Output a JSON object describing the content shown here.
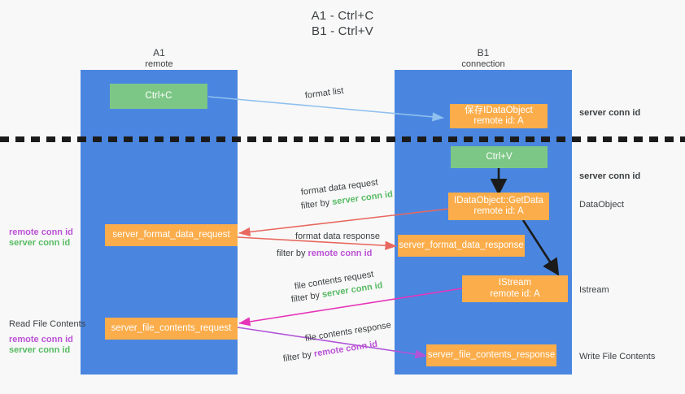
{
  "title": {
    "line1": "A1 - Ctrl+C",
    "line2": "B1 - Ctrl+V"
  },
  "columns": [
    {
      "id": "a1",
      "name": "A1",
      "role": "remote"
    },
    {
      "id": "b1",
      "name": "B1",
      "role": "connection"
    }
  ],
  "nodes": {
    "ctrl_c": {
      "line1": "Ctrl+C",
      "line2": ""
    },
    "save_idataobject": {
      "line1": "保存IDataObject",
      "line2": "remote id: A"
    },
    "ctrl_v": {
      "line1": "Ctrl+V",
      "line2": ""
    },
    "idataobject_getdata": {
      "line1": "IDataObject::GetData",
      "line2": "remote id: A"
    },
    "server_format_data_request": {
      "line1": "server_format_data_request",
      "line2": ""
    },
    "server_format_data_response": {
      "line1": "server_format_data_response",
      "line2": ""
    },
    "istream": {
      "line1": "IStream",
      "line2": "remote id: A"
    },
    "server_file_contents_request": {
      "line1": "server_file_contents_request",
      "line2": ""
    },
    "server_file_contents_response": {
      "line1": "server_file_contents_response",
      "line2": ""
    }
  },
  "edge_labels": {
    "format_list": "format list",
    "format_data_request": "format data request",
    "format_data_response": "format data response",
    "file_contents_request": "file contents request",
    "file_contents_response": "file contents response",
    "filter_by": "filter by ",
    "server_conn_id": "server conn id",
    "remote_conn_id": "remote conn id"
  },
  "right_labels": {
    "server_conn_id_top": "server conn id",
    "server_conn_id_mid": "server conn id",
    "dataobject": "DataObject",
    "istream": "Istream",
    "write_file_contents": "Write File Contents"
  },
  "left_labels": {
    "remote_conn_id_1": "remote conn id",
    "server_conn_id_1": "server conn id",
    "read_file_contents": "Read File Contents",
    "remote_conn_id_2": "remote conn id",
    "server_conn_id_2": "server conn id"
  },
  "colors": {
    "lane_blue": "#4a86e0",
    "node_green": "#7dc786",
    "node_orange": "#fbad4b",
    "arrow_lightblue": "#8fc0ee",
    "arrow_red": "#e8685f",
    "arrow_magenta": "#e635b8",
    "arrow_purple": "#b055d8",
    "arrow_black": "#1b1b1b",
    "text_green": "#57bb63",
    "text_purple": "#bb52d6",
    "text_dark": "#3c4043",
    "background": "#f8f8f8"
  }
}
